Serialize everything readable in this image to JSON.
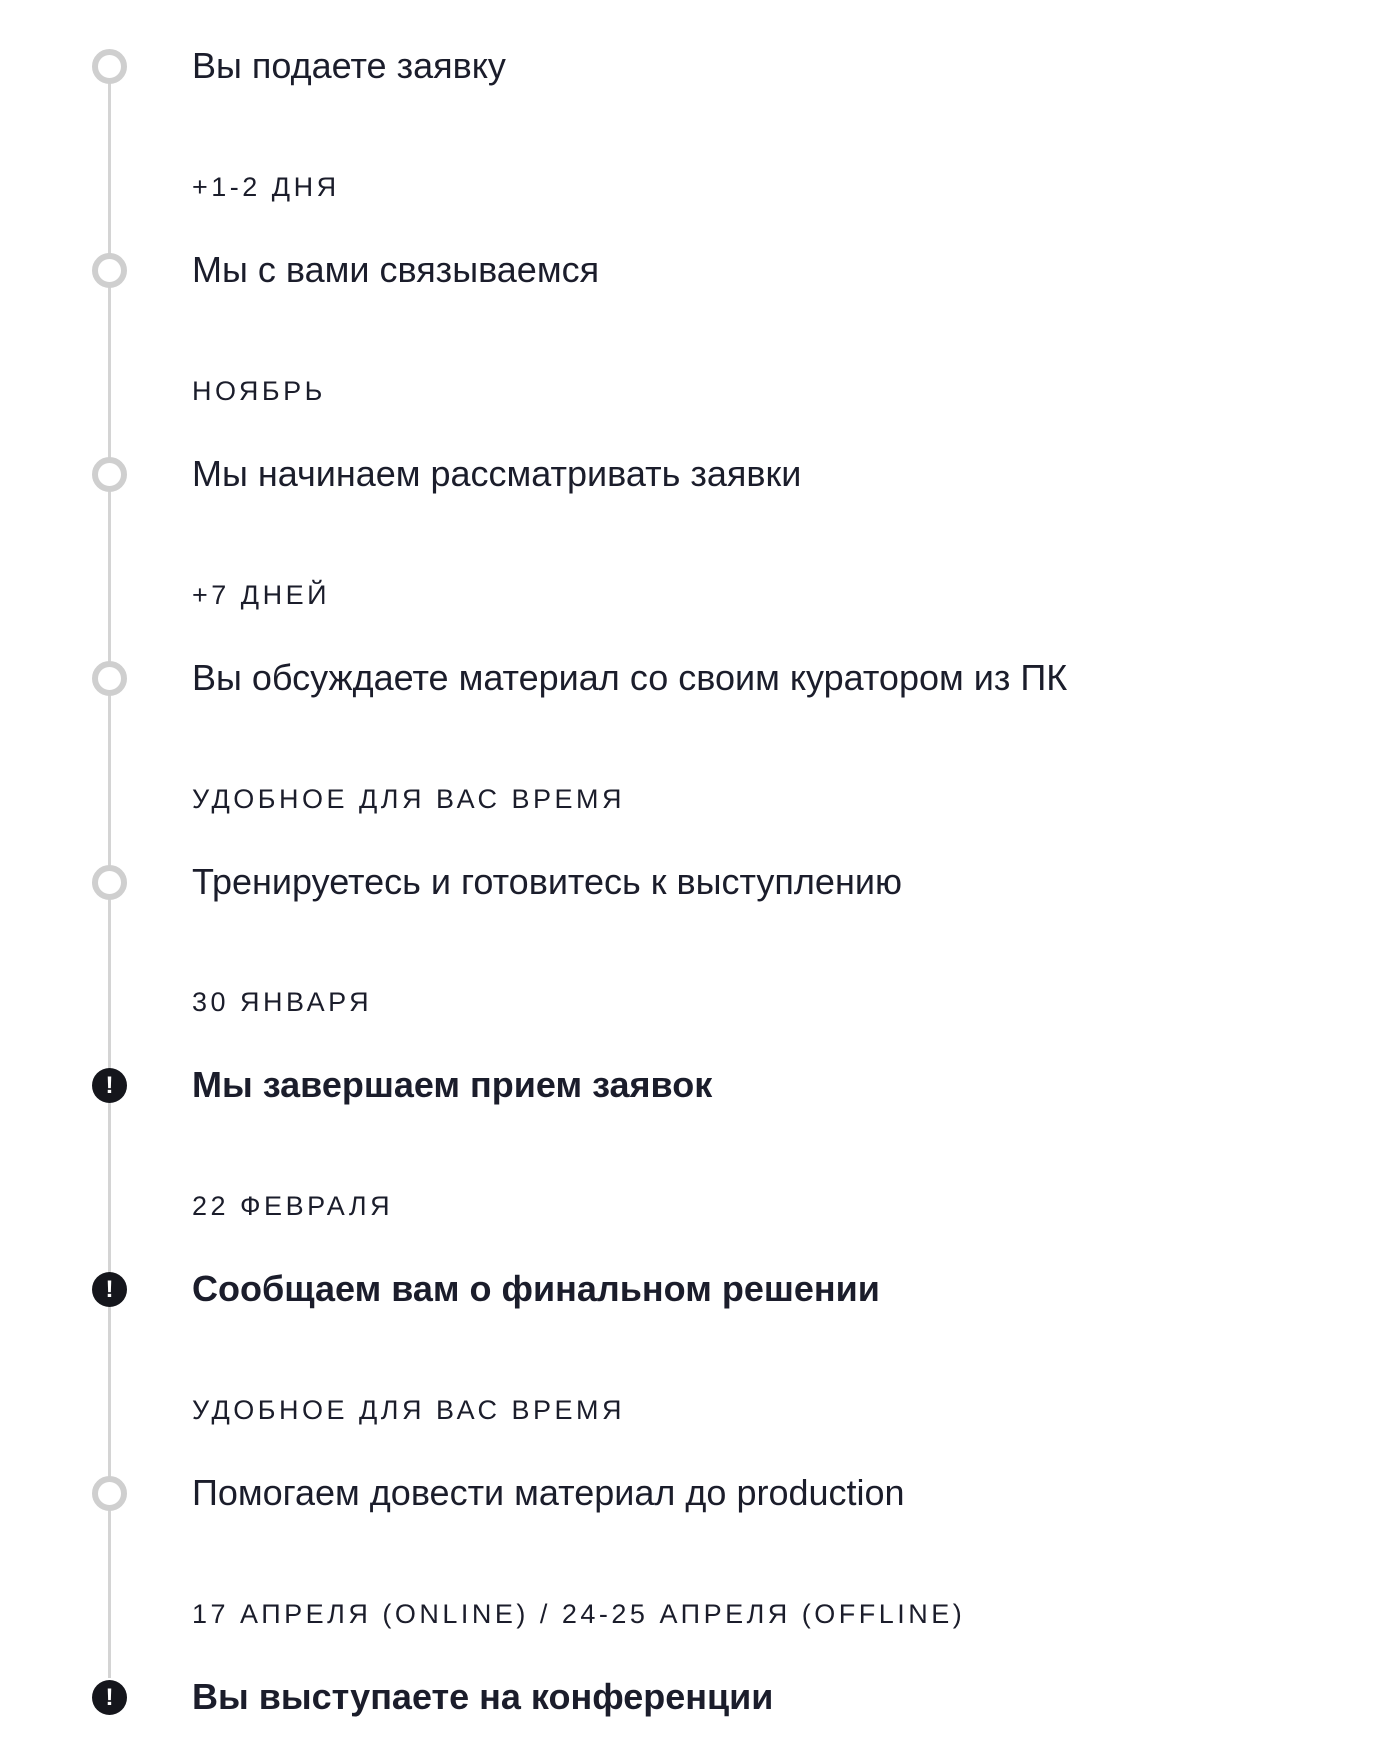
{
  "timeline": {
    "steps": [
      {
        "label": "",
        "title": "Вы подаете заявку",
        "marker": "open-circle-icon"
      },
      {
        "label": "+1-2 ДНЯ",
        "title": "Мы с вами связываемся",
        "marker": "open-circle-icon"
      },
      {
        "label": "НОЯБРЬ",
        "title": "Мы начинаем рассматривать заявки",
        "marker": "open-circle-icon"
      },
      {
        "label": "+7 ДНЕЙ",
        "title": "Вы обсуждаете материал со своим куратором из ПК",
        "marker": "open-circle-icon"
      },
      {
        "label": "УДОБНОЕ ДЛЯ ВАС ВРЕМЯ",
        "title": "Тренируетесь и готовитесь к выступлению",
        "marker": "open-circle-icon"
      },
      {
        "label": "30 ЯНВАРЯ",
        "title": "Мы завершаем прием заявок",
        "marker": "exclamation-icon",
        "emphasis": "bold"
      },
      {
        "label": "22 ФЕВРАЛЯ",
        "title": "Сообщаем вам о финальном решении",
        "marker": "exclamation-icon",
        "emphasis": "bold"
      },
      {
        "label": "УДОБНОЕ ДЛЯ ВАС ВРЕМЯ",
        "title": "Помогаем довести материал до production",
        "marker": "open-circle-icon"
      },
      {
        "label": "17 АПРЕЛЯ (ONLINE) / 24-25 АПРЕЛЯ (OFFLINE)",
        "title": "Вы выступаете на конференции",
        "marker": "exclamation-icon",
        "emphasis": "bold"
      }
    ],
    "alert_glyph": "!"
  },
  "colors": {
    "text": "#1b1d2b",
    "line": "#d4d4d4",
    "open_marker": "#cfcfcf",
    "alert_marker": "#15161c"
  }
}
